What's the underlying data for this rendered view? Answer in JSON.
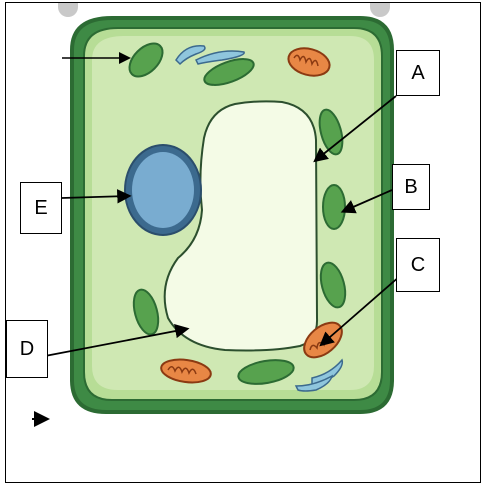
{
  "labels": {
    "a": "A",
    "b": "B",
    "c": "C",
    "d": "D",
    "e": "E"
  },
  "colors": {
    "cell_wall": "#3e8a45",
    "cell_wall_dark": "#2c6b33",
    "cytoplasm": "#cfe8b3",
    "vacuole": "#f4fbe6",
    "nucleus": "#79acd0",
    "chloroplast": "#57a24e",
    "mitochondria": "#e88745"
  }
}
